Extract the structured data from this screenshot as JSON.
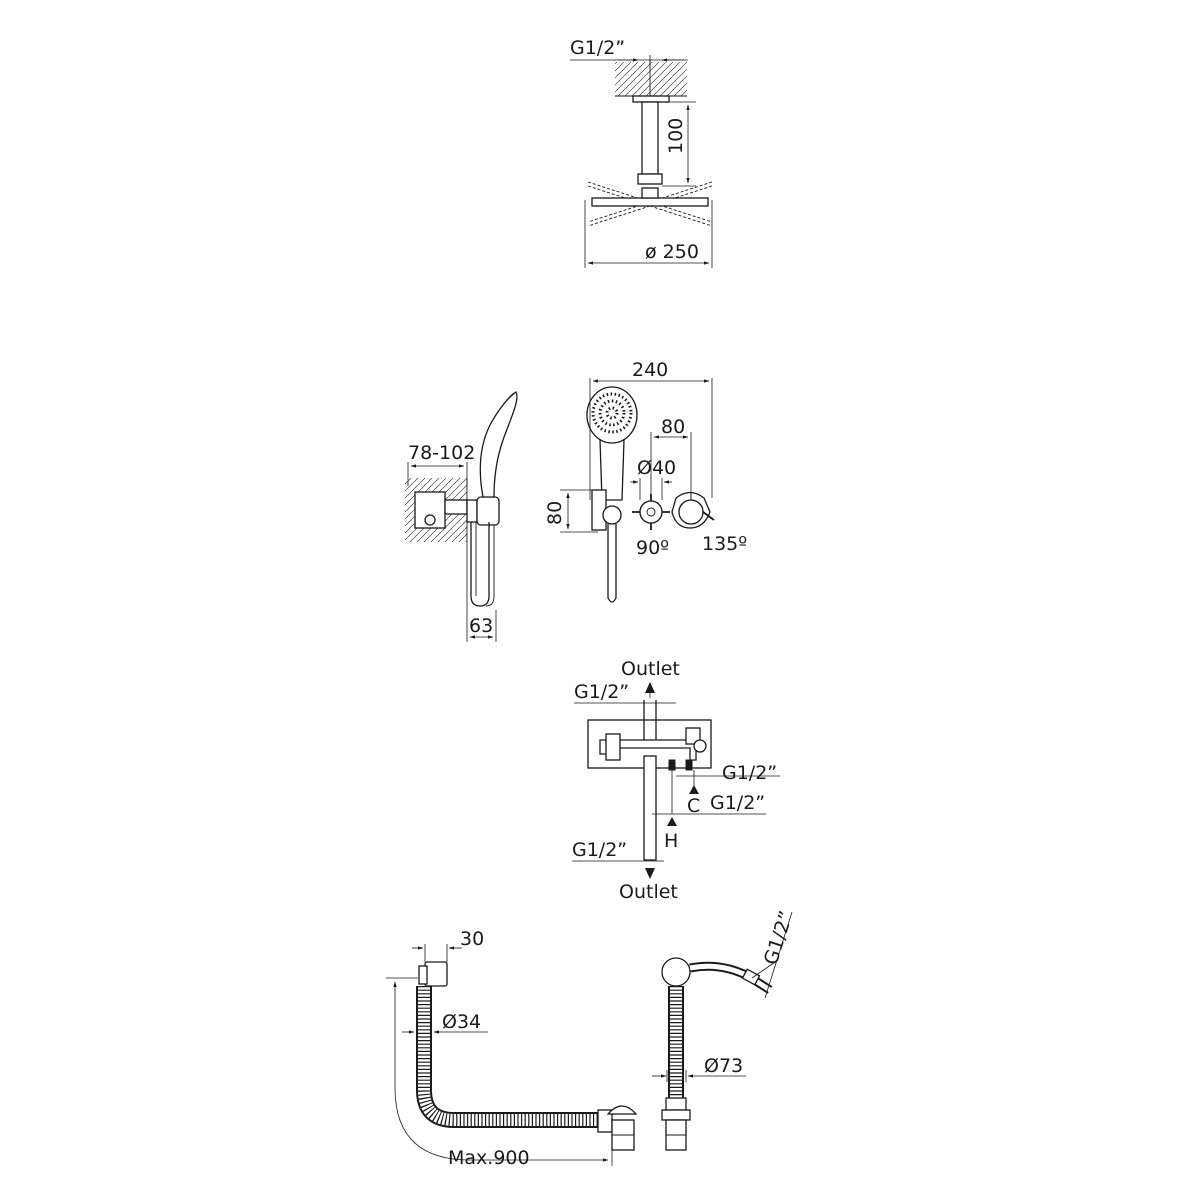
{
  "colors": {
    "ink": "#1a1a1a",
    "background": "#ffffff"
  },
  "overhead_shower": {
    "inlet_label": "G1/2”",
    "arm_length_label": "100",
    "head_diameter_label": "ø 250"
  },
  "hand_shower": {
    "wall_depth_label": "78-102",
    "projection_label": "63",
    "width_label": "240",
    "handle_spacing_label": "80",
    "handle_diameter_label": "Ø40",
    "height_label": "80",
    "rotation_left_label": "90º",
    "rotation_right_label": "135º"
  },
  "valve_body": {
    "top_outlet_label": "Outlet",
    "top_thread_label": "G1/2”",
    "cold_thread_label": "G1/2”",
    "cold_label": "C",
    "hot_thread_label": "G1/2”",
    "hot_label": "H",
    "bottom_thread_label": "G1/2”",
    "bottom_outlet_label": "Outlet"
  },
  "bath_filler": {
    "spout_depth_label": "30",
    "hose_diameter_label": "Ø34",
    "max_length_label": "Max.900",
    "inlet_thread_label": "G1/2”",
    "waste_diameter_label": "Ø73"
  }
}
